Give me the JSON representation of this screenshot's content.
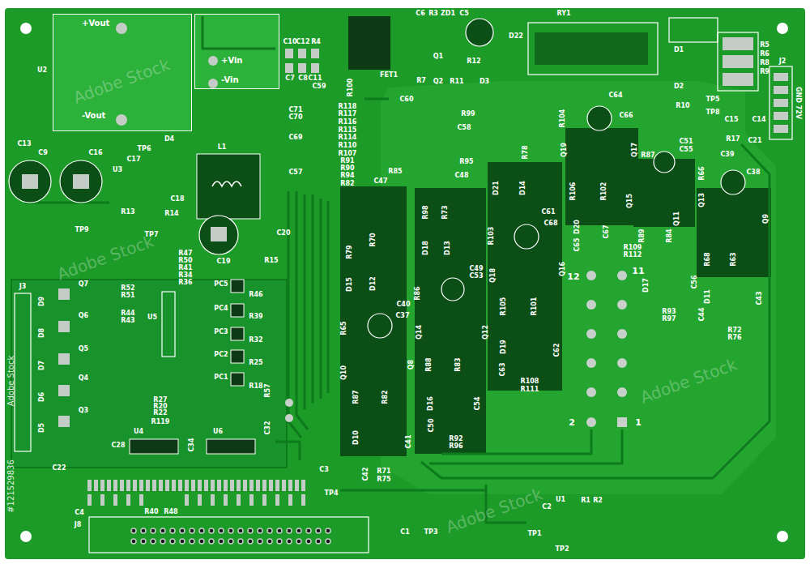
{
  "diagram": {
    "nodes": [
      {
        "text": [
          "+Vout",
          "-Vout"
        ]
      },
      {
        "text": [
          "+Vin",
          "-Vin"
        ]
      }
    ],
    "labels": [
      "C6",
      "R3",
      "ZD1",
      "C5",
      "RY1",
      "C10",
      "C12",
      "R4",
      "C7",
      "C8",
      "C11",
      "FET1",
      "Q1",
      "R12",
      "R7",
      "Q2",
      "R11",
      "D3",
      "D22",
      "D1",
      "D2",
      "R5",
      "R6",
      "R8",
      "R9",
      "J2",
      "GND 72V",
      "R10",
      "TP5",
      "TP8",
      "C15",
      "C14",
      "R17",
      "C21",
      "U2",
      "C13",
      "C9",
      "C16",
      "C17",
      "TP6",
      "D4",
      "L1",
      "U3",
      "C18",
      "R13",
      "R14",
      "TP7",
      "TP9",
      "C19",
      "C20",
      "R15",
      "C59",
      "R100",
      "R118",
      "R117",
      "R116",
      "R115",
      "R114",
      "R110",
      "R107",
      "R91",
      "R90",
      "R94",
      "R82",
      "C71",
      "C70",
      "C69",
      "C57",
      "C60",
      "R99",
      "C58",
      "R95",
      "C48",
      "R85",
      "C47",
      "R98",
      "R73",
      "D18",
      "D13",
      "C49",
      "C53",
      "R70",
      "R79",
      "D15",
      "D12",
      "C40",
      "C37",
      "R86",
      "R65",
      "Q14",
      "Q12",
      "Q10",
      "Q8",
      "R88",
      "R83",
      "R87",
      "R82",
      "D16",
      "C54",
      "C50",
      "R92",
      "R96",
      "D10",
      "C41",
      "C42",
      "R71",
      "R75",
      "R104",
      "C64",
      "C66",
      "Q19",
      "Q17",
      "R87",
      "R78",
      "D21",
      "D14",
      "R106",
      "R102",
      "Q15",
      "C61",
      "C68",
      "R103",
      "Q18",
      "Q16",
      "12",
      "11",
      "R105",
      "R101",
      "D20",
      "C65",
      "C67",
      "R109",
      "R112",
      "R89",
      "R84",
      "D17",
      "C56",
      "R93",
      "R97",
      "C51",
      "C55",
      "R66",
      "C39",
      "C38",
      "Q13",
      "Q11",
      "Q9",
      "R68",
      "R63",
      "D11",
      "C43",
      "C44",
      "R72",
      "R76",
      "D19",
      "C63",
      "C62",
      "R108",
      "R111",
      "2",
      "1",
      "J3",
      "Q7",
      "R52",
      "R51",
      "Q6",
      "R44",
      "R43",
      "Q5",
      "Q4",
      "Q3",
      "D9",
      "D8",
      "D7",
      "D6",
      "D5",
      "U5",
      "R47",
      "R50",
      "R41",
      "R34",
      "R36",
      "PC5",
      "PC4",
      "PC3",
      "PC2",
      "PC1",
      "R46",
      "R39",
      "R32",
      "R25",
      "R18",
      "R27",
      "R20",
      "R22",
      "R119",
      "R57",
      "C32",
      "C22",
      "C28",
      "U4",
      "U6",
      "C34",
      "C3",
      "TP4",
      "C4",
      "J8",
      "R40",
      "R48",
      "C2",
      "U1",
      "R1",
      "R2",
      "TP1",
      "TP2",
      "C1",
      "TP3",
      "#121529836",
      "Adobe Stock",
      "Adobe Stock",
      "Adobe Stock",
      "Adobe Stock",
      "Adobe Stock"
    ]
  }
}
